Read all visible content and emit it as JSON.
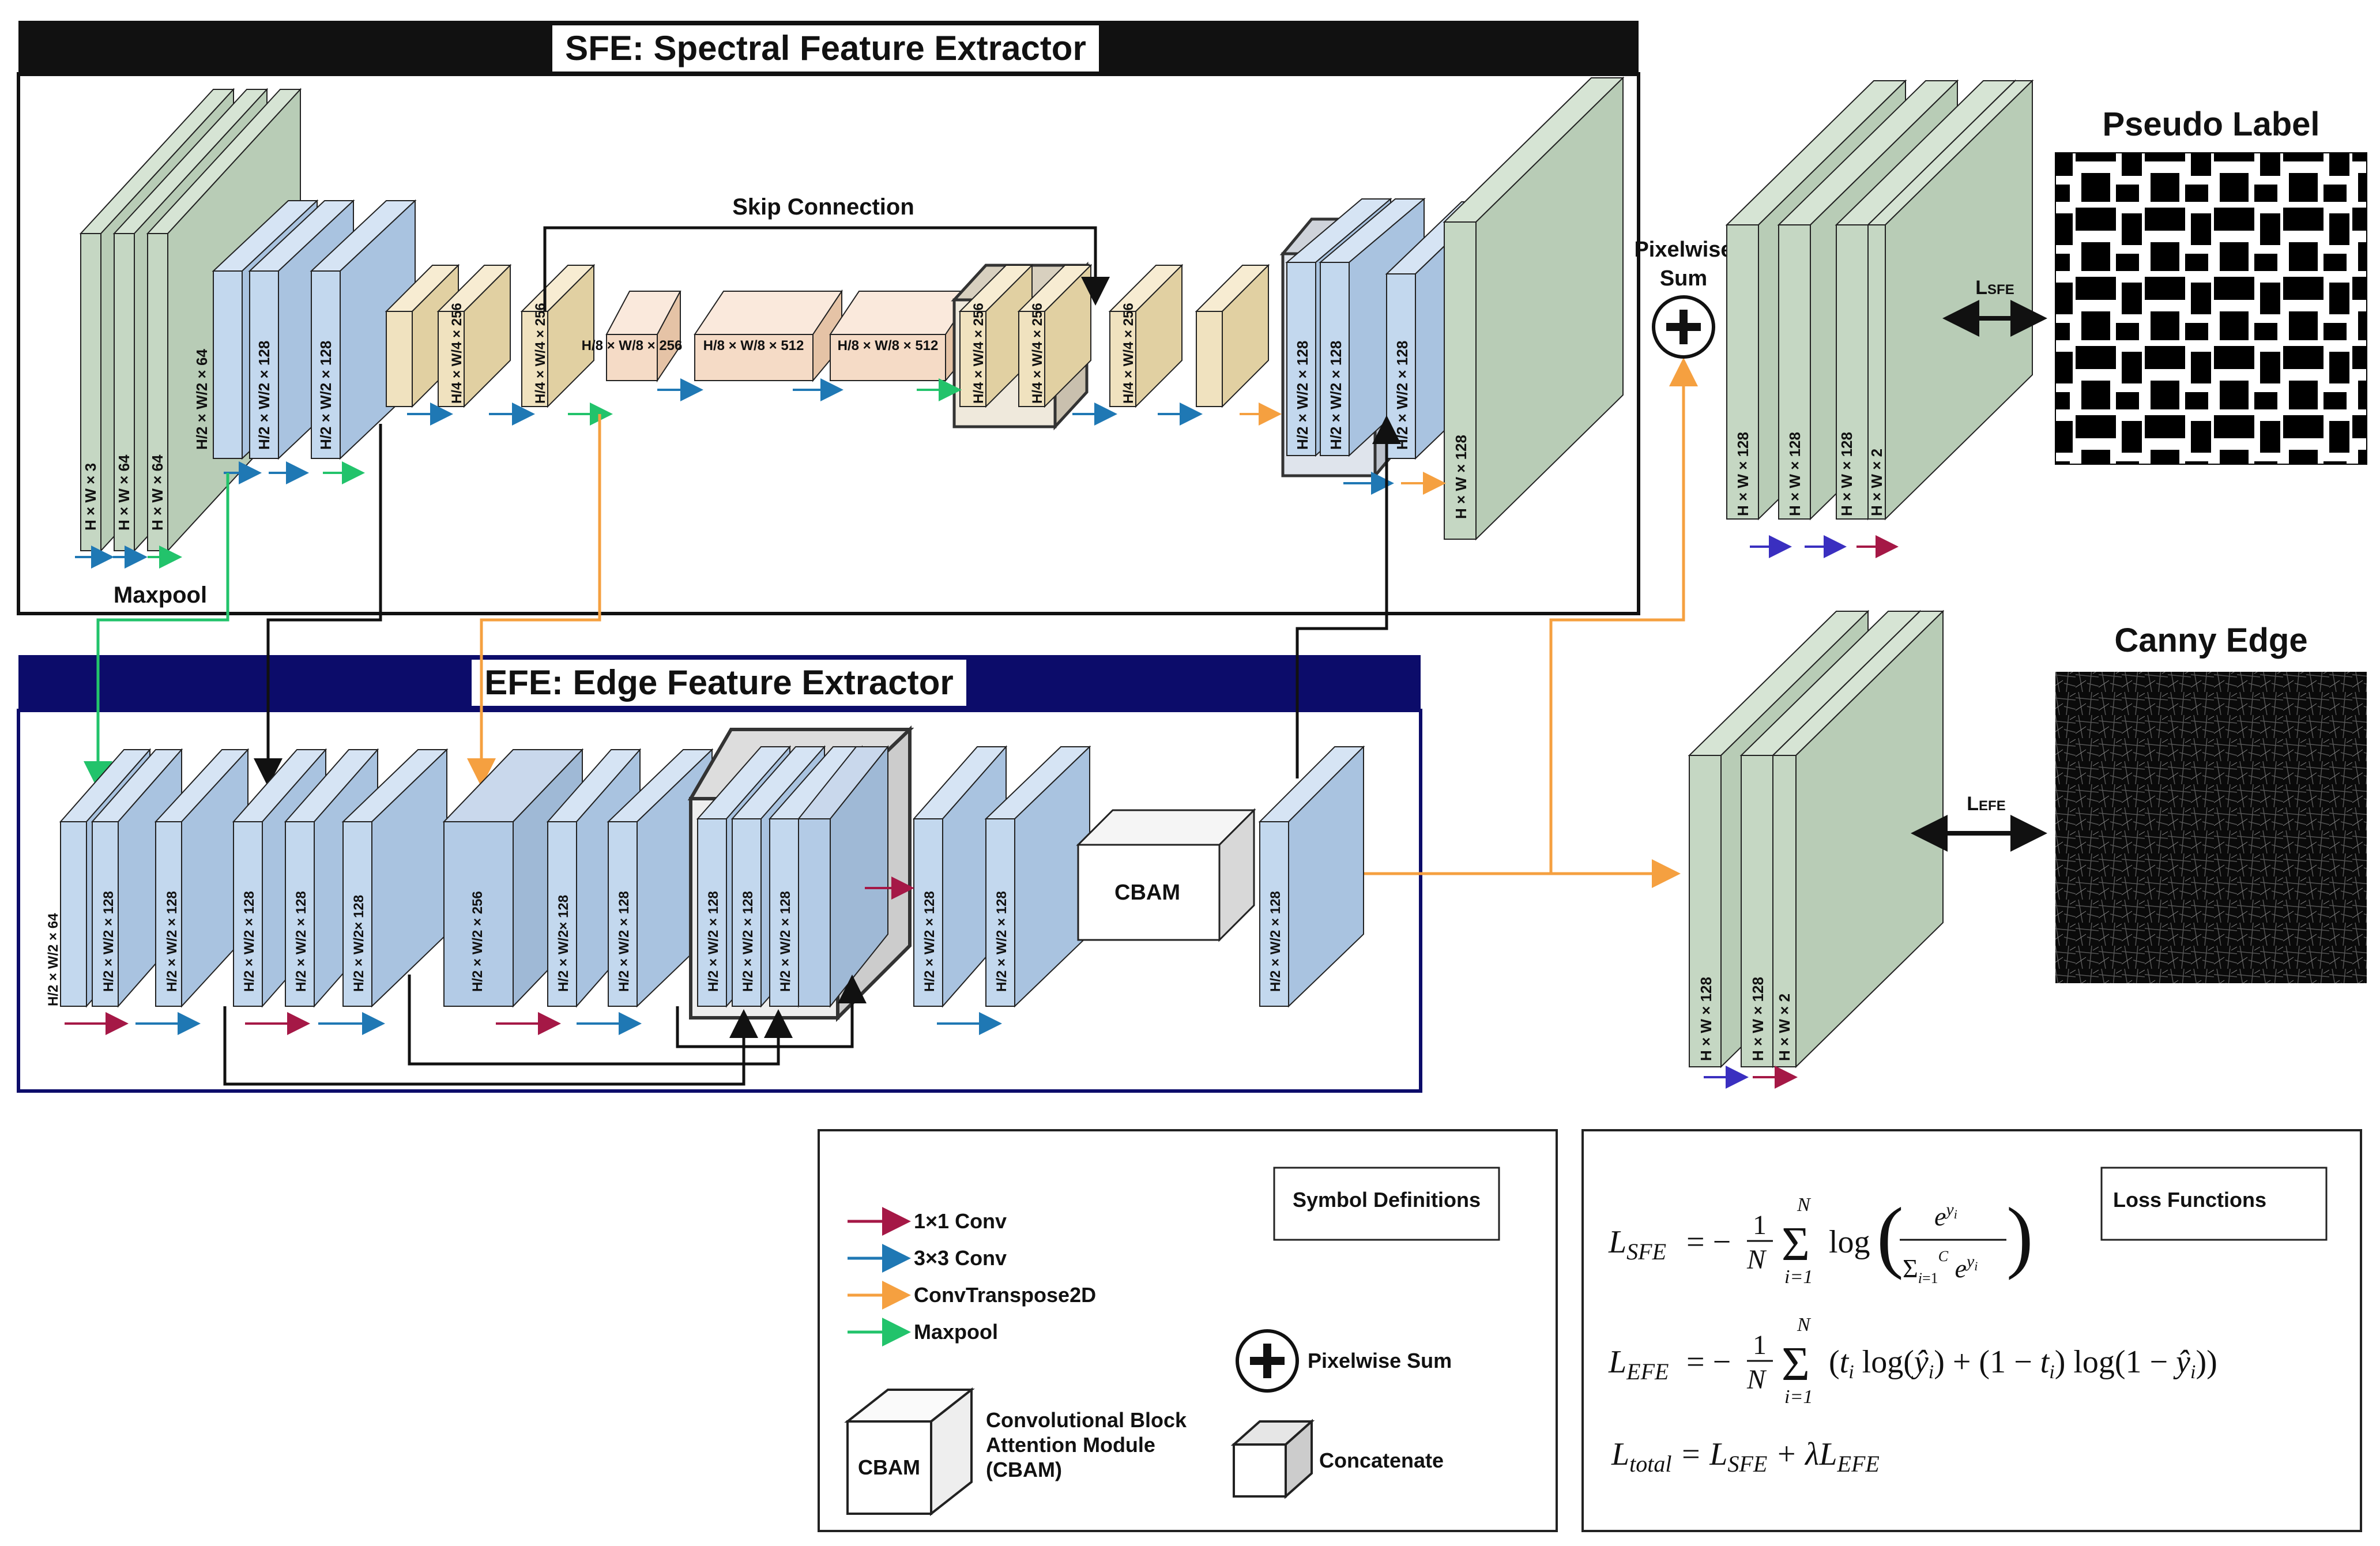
{
  "sfe": {
    "title": "SFE: Spectral Feature Extractor",
    "skip_connection": "Skip Connection",
    "maxpool": "Maxpool",
    "blocks": [
      "H × W × 3",
      "H × W × 64",
      "H × W × 64",
      "H/2 × W/2 × 64",
      "H/2 × W/2 × 128",
      "H/2 × W/2 × 128",
      "H/4 × W/4 × 256",
      "H/4 × W/4 × 256",
      "H/8 × W/8 × 256",
      "H/8 × W/8 × 512",
      "H/8 × W/8 × 512",
      "H/4 × W/4 × 256",
      "H/4 × W/4 × 256",
      "H/4 × W/4 × 256",
      "H/2 × W/2 × 128",
      "H/2 × W/2 × 128",
      "H/2 × W/2 × 128",
      "H × W × 128"
    ]
  },
  "efe": {
    "title": "EFE: Edge Feature Extractor",
    "blocks": [
      "H/2 × W/2 × 64",
      "H/2 × W/2 × 128",
      "H/2 × W/2 × 128",
      "H/2 × W/2 × 128",
      "H/2 × W/2 × 128",
      "H/2 × W/2× 128",
      "H/2 × W/2 × 256",
      "H/2 × W/2× 128",
      "H/2 × W/2 × 128",
      "H/2 × W/2 × 128",
      "H/2 × W/2 × 128",
      "H/2 × W/2 × 128",
      "H/2 × W/2 × 128",
      "H/2 × W/2 × 128",
      "CBAM",
      "H/2 × W/2 × 128"
    ]
  },
  "pixelwise_sum": "Pixelwise Sum",
  "head_sfe": [
    "H × W × 128",
    "H × W × 128",
    "H × W × 128",
    "H × W × 2"
  ],
  "head_efe": [
    "H × W × 128",
    "H × W × 128",
    "H × W × 2"
  ],
  "loss_sfe_label": "LSFE",
  "loss_efe_label": "LEFE",
  "pseudo_label": "Pseudo Label",
  "canny_edge": "Canny Edge",
  "legend": {
    "title": "Symbol Definitions",
    "conv1": "1×1 Conv",
    "conv3": "3×3 Conv",
    "convt": "ConvTranspose2D",
    "maxpool": "Maxpool",
    "cbam_box": "CBAM",
    "cbam_desc": [
      "Convolutional Block",
      "Attention Module",
      "(CBAM)"
    ],
    "pixelwise_sum": "Pixelwise Sum",
    "concatenate": "Concatenate"
  },
  "loss_functions": {
    "title": "Loss Functions"
  },
  "colors": {
    "green_block": "#c5d7c3",
    "blue_block": "#c3d8ee",
    "tan_block": "#f0e2bf",
    "peach_block": "#f5dbc6",
    "conv1": "#a51846",
    "conv3": "#1f78b4",
    "convt": "#f5a040",
    "maxpool": "#22c36b",
    "efe_header": "#0c0c6a"
  }
}
